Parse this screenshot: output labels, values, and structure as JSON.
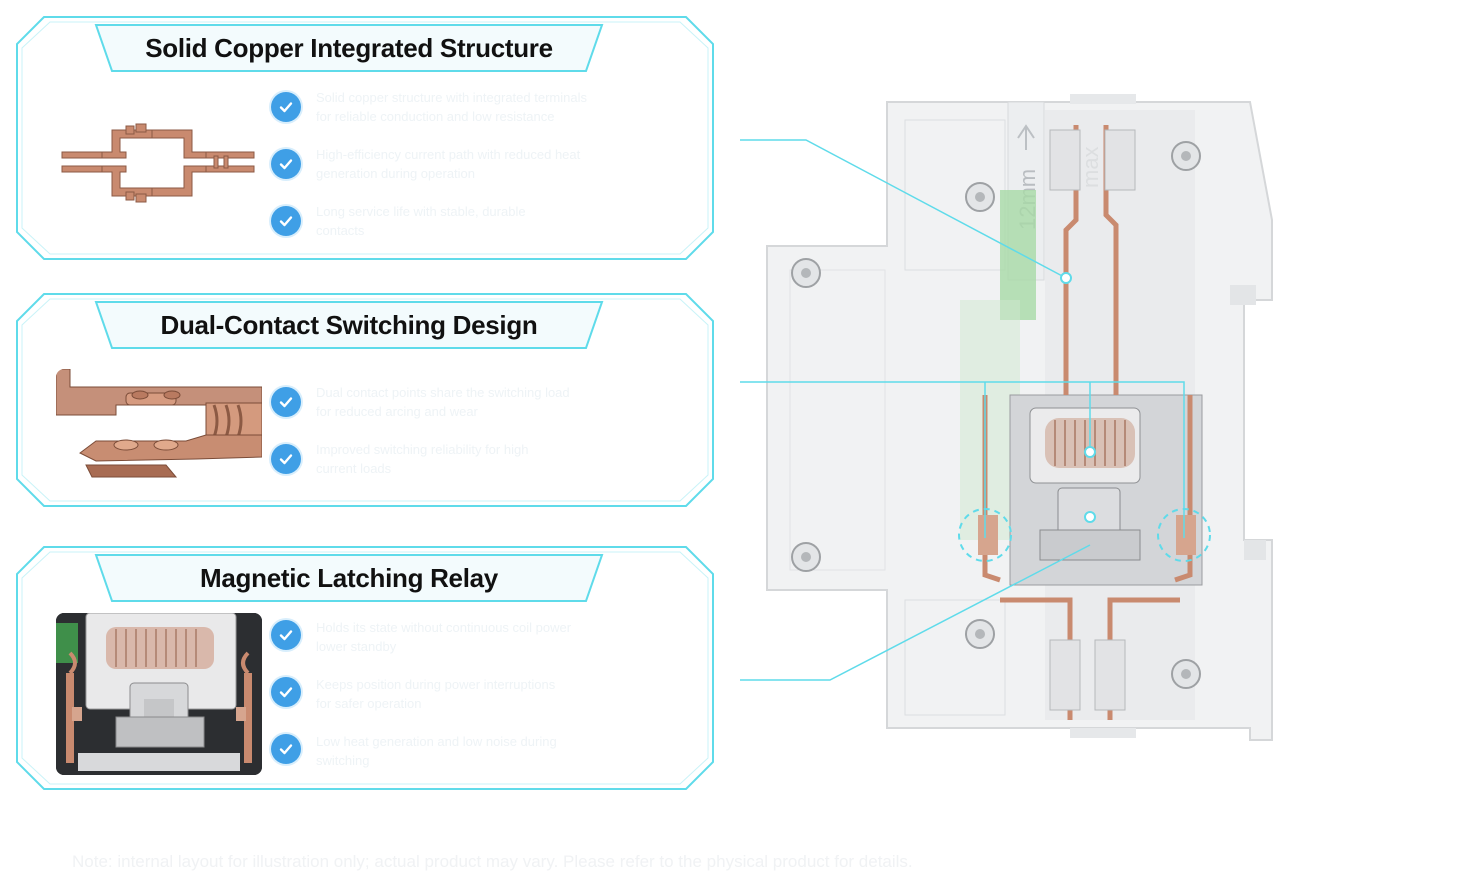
{
  "panels": [
    {
      "title": "Solid Copper Integrated Structure",
      "thumb_icon": "copper-busbar-icon",
      "bullets": [
        "Solid copper structure with integrated terminals",
        "for reliable conduction and low resistance",
        "High-efficiency current path with reduced heat",
        "generation during operation",
        "Long service life with stable, durable",
        "contacts"
      ]
    },
    {
      "title": "Dual-Contact Switching Design",
      "thumb_icon": "dual-contact-icon",
      "bullets": [
        "Dual contact points share the switching load",
        "for reduced arcing and wear",
        "Improved switching reliability for high",
        "current loads"
      ]
    },
    {
      "title": "Magnetic Latching Relay",
      "thumb_icon": "latching-relay-icon",
      "bullets": [
        "Holds its state without continuous coil power",
        "lower standby",
        "Keeps position during power interruptions",
        "for safer operation",
        "Low heat generation and low noise during",
        "switching"
      ]
    }
  ],
  "device": {
    "icon": "din-rail-relay-icon",
    "clip_label": "12mm",
    "max_label": "max"
  },
  "footnote": "Note: internal layout for illustration only; actual product may vary. Please refer to the physical product for details.",
  "colors": {
    "frame_cyan": "#5fdbea",
    "check_blue": "#3f9fe6",
    "copper": "#c98a6f",
    "housing": "#f1f2f3",
    "pcb_green": "#7fcf84"
  }
}
